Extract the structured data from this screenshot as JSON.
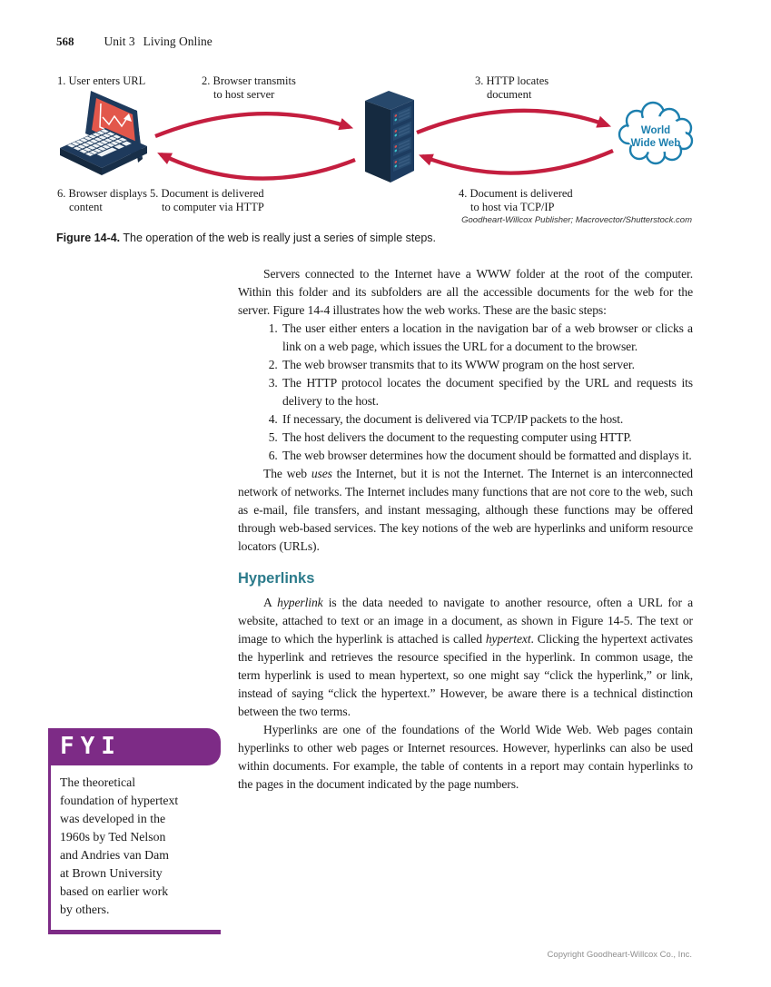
{
  "page": {
    "number": "568",
    "unit": "Unit 3",
    "title": "Living Online",
    "footer": "Copyright Goodheart-Willcox Co., Inc."
  },
  "figure": {
    "labels": {
      "step1": "1. User enters URL",
      "step2_line1": "2. Browser transmits",
      "step2_line2": "to host server",
      "step3_line1": "3. HTTP locates",
      "step3_line2": "document",
      "step4_line1": "4. Document is delivered",
      "step4_line2": "to host via TCP/IP",
      "step5_line1": "5. Document is delivered",
      "step5_line2": "to computer via HTTP",
      "step6_line1": "6. Browser displays",
      "step6_line2": "content"
    },
    "cloud_line1": "World",
    "cloud_line2": "Wide Web",
    "credit": "Goodheart-Willcox Publisher; Macrovector/Shutterstock.com",
    "caption_label": "Figure 14-4.",
    "caption_text": "The operation of the web is really just a series of simple steps."
  },
  "body": {
    "para1": "Servers connected to the Internet have a WWW folder at the root of the computer. Within this folder and its subfolders are all the accessible documents for the web for the server. Figure 14-4 illustrates how the web works. These are the basic steps:",
    "steps": [
      "The user either enters a location in the navigation bar of a web browser or clicks a link on a web page, which issues the URL for a document to the browser.",
      "The web browser transmits that to its WWW program on the host server.",
      "The HTTP protocol locates the document specified by the URL and requests its delivery to the host.",
      "If necessary, the document is delivered via TCP/IP packets to the host.",
      "The host delivers the document to the requesting computer using HTTP.",
      "The web browser determines how the document should be formatted and displays it."
    ],
    "para2": {
      "parts": [
        "The web ",
        "uses",
        " the Internet, but it is not the Internet. The Internet is an interconnected network of networks. The Internet includes many functions that are not core to the web, such as e-mail, file transfers, and instant messaging, although these functions may be offered through web-based services. The key notions of the web are hyperlinks and uniform resource locators (URLs)."
      ]
    },
    "heading": "Hyperlinks",
    "para3": {
      "parts": [
        "A ",
        "hyperlink",
        " is the data needed to navigate to another resource, often a URL for a website, attached to text or an image in a document, as shown in Figure 14-5. The text or image to which the hyperlink is attached is called ",
        "hypertext",
        ". Clicking the hypertext activates the hyperlink and retrieves the resource specified in the hyperlink. In common usage, the term hyperlink is used to mean hypertext, so one might say “click the hyperlink,” or link, instead of saying “click the hypertext.” However, be aware there is a technical distinction between the two terms."
      ]
    },
    "para4": "Hyperlinks are one of the foundations of the World Wide Web. Web pages contain hyperlinks to other web pages or Internet resources. However, hyperlinks can also be used within documents. For example, the table of contents in a report may contain hyperlinks to the pages in the document indicated by the page numbers."
  },
  "fyi": {
    "label": "FYI",
    "lines": [
      "The theoretical",
      "foundation of hypertext",
      "was developed in the",
      "1960s by Ted Nelson",
      "and Andries van Dam",
      "at Brown University",
      "based on earlier work",
      "by others."
    ]
  },
  "colors": {
    "accent_purple": "#7d2b86",
    "heading_teal": "#2c7b8b",
    "arrow_red": "#c41e3f",
    "cloud_blue": "#1c7fae",
    "device_navy": "#1e3a5c",
    "screen_orange": "#e2574b"
  }
}
